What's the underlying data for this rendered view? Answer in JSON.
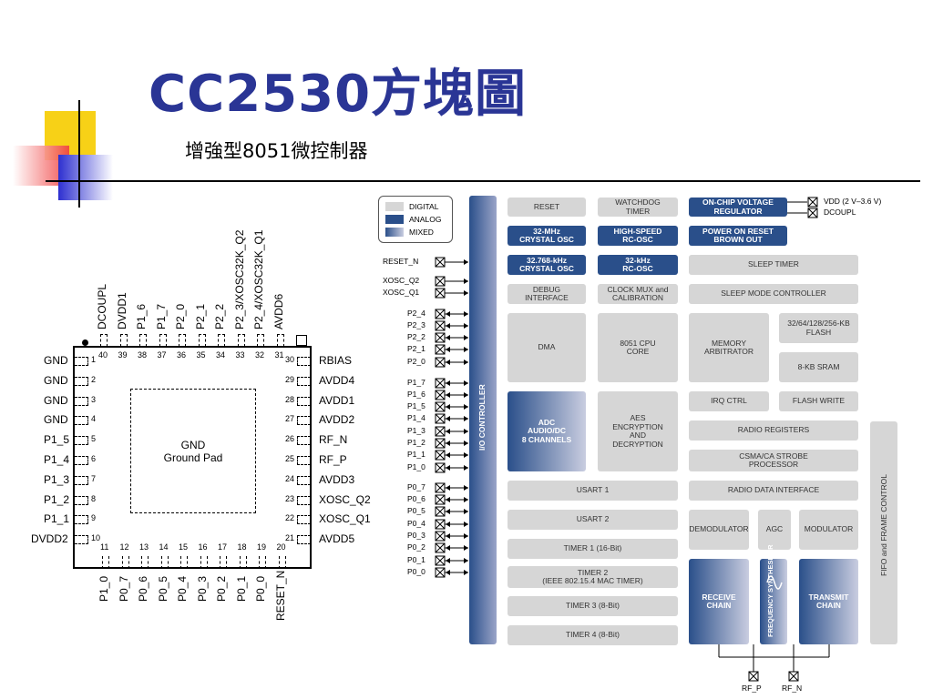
{
  "slide": {
    "title": "CC2530方塊圖",
    "subtitle": "增強型8051微控制器"
  },
  "colors": {
    "title": "#2a3595",
    "analog": "#2a4f8a",
    "digital": "#d6d6d6"
  },
  "pinout": {
    "top_pins": [
      {
        "name": "DCOUPL",
        "num": "40"
      },
      {
        "name": "DVDD1",
        "num": "39"
      },
      {
        "name": "P1_6",
        "num": "38"
      },
      {
        "name": "P1_7",
        "num": "37"
      },
      {
        "name": "P2_0",
        "num": "36"
      },
      {
        "name": "P2_1",
        "num": "35"
      },
      {
        "name": "P2_2",
        "num": "34"
      },
      {
        "name": "P2_3/XOSC32K_Q2",
        "num": "33"
      },
      {
        "name": "P2_4/XOSC32K_Q1",
        "num": "32"
      },
      {
        "name": "AVDD6",
        "num": "31"
      }
    ],
    "left_pins": [
      {
        "name": "GND",
        "num": "1"
      },
      {
        "name": "GND",
        "num": "2"
      },
      {
        "name": "GND",
        "num": "3"
      },
      {
        "name": "GND",
        "num": "4"
      },
      {
        "name": "P1_5",
        "num": "5"
      },
      {
        "name": "P1_4",
        "num": "6"
      },
      {
        "name": "P1_3",
        "num": "7"
      },
      {
        "name": "P1_2",
        "num": "8"
      },
      {
        "name": "P1_1",
        "num": "9"
      },
      {
        "name": "DVDD2",
        "num": "10"
      }
    ],
    "right_pins": [
      {
        "name": "RBIAS",
        "num": "30"
      },
      {
        "name": "AVDD4",
        "num": "29"
      },
      {
        "name": "AVDD1",
        "num": "28"
      },
      {
        "name": "AVDD2",
        "num": "27"
      },
      {
        "name": "RF_N",
        "num": "26"
      },
      {
        "name": "RF_P",
        "num": "25"
      },
      {
        "name": "AVDD3",
        "num": "24"
      },
      {
        "name": "XOSC_Q2",
        "num": "23"
      },
      {
        "name": "XOSC_Q1",
        "num": "22"
      },
      {
        "name": "AVDD5",
        "num": "21"
      }
    ],
    "bottom_pins": [
      {
        "name": "P1_0",
        "num": "11"
      },
      {
        "name": "P0_7",
        "num": "12"
      },
      {
        "name": "P0_6",
        "num": "13"
      },
      {
        "name": "P0_5",
        "num": "14"
      },
      {
        "name": "P0_4",
        "num": "15"
      },
      {
        "name": "P0_3",
        "num": "16"
      },
      {
        "name": "P0_2",
        "num": "17"
      },
      {
        "name": "P0_1",
        "num": "18"
      },
      {
        "name": "P0_0",
        "num": "19"
      },
      {
        "name": "RESET_N",
        "num": "20"
      }
    ],
    "center_label": "GND",
    "center_sublabel": "Ground Pad"
  },
  "block_diagram": {
    "legend": [
      "DIGITAL",
      "ANALOG",
      "MIXED"
    ],
    "io_controller": "I/O CONTROLLER",
    "fifo": "FIFO and FRAME CONTROL",
    "left_signals": [
      "RESET_N",
      "XOSC_Q2",
      "XOSC_Q1",
      "P2_4",
      "P2_3",
      "P2_2",
      "P2_1",
      "P2_0",
      "P1_7",
      "P1_6",
      "P1_5",
      "P1_4",
      "P1_3",
      "P1_2",
      "P1_1",
      "P1_0",
      "P0_7",
      "P0_6",
      "P0_5",
      "P0_4",
      "P0_3",
      "P0_2",
      "P0_1",
      "P0_0"
    ],
    "right_signals": [
      "VDD (2 V–3.6 V)",
      "DCOUPL"
    ],
    "bottom_signals": [
      "RF_P",
      "RF_N"
    ],
    "blocks": {
      "reset": "RESET",
      "watchdog": "WATCHDOG\nTIMER",
      "regulator": "ON-CHIP VOLTAGE\nREGULATOR",
      "osc32m": "32-MHz\nCRYSTAL OSC",
      "rcosc": "HIGH-SPEED\nRC-OSC",
      "por": "POWER ON RESET\nBROWN OUT",
      "osc32k": "32.768-kHz\nCRYSTAL OSC",
      "rc32k": "32-kHz\nRC-OSC",
      "sleep_timer": "SLEEP TIMER",
      "debug": "DEBUG\nINTERFACE",
      "clockmux": "CLOCK MUX and\nCALIBRATION",
      "sleep_ctrl": "SLEEP MODE CONTROLLER",
      "dma": "DMA",
      "cpu": "8051 CPU\nCORE",
      "mem_arb": "MEMORY\nARBITRATOR",
      "flash": "32/64/128/256-KB\nFLASH",
      "sram": "8-KB SRAM",
      "adc": "ADC\nAUDIO/DC\n8 CHANNELS",
      "aes": "AES\nENCRYPTION\nAND\nDECRYPTION",
      "irq": "IRQ CTRL",
      "flash_write": "FLASH WRITE",
      "radio_regs": "RADIO REGISTERS",
      "csma": "CSMA/CA STROBE\nPROCESSOR",
      "usart1": "USART 1",
      "radio_data": "RADIO DATA INTERFACE",
      "usart2": "USART 2",
      "demod": "DEMODULATOR",
      "agc": "AGC",
      "mod": "MODULATOR",
      "timer1": "TIMER 1 (16-Bit)",
      "timer2": "TIMER 2\n(IEEE 802.15.4 MAC TIMER)",
      "timer3": "TIMER 3 (8-Bit)",
      "timer4": "TIMER 4 (8-Bit)",
      "rx": "RECEIVE\nCHAIN",
      "synth": "FREQUENCY\nSYNTHESIZER",
      "tx": "TRANSMIT\nCHAIN"
    }
  }
}
